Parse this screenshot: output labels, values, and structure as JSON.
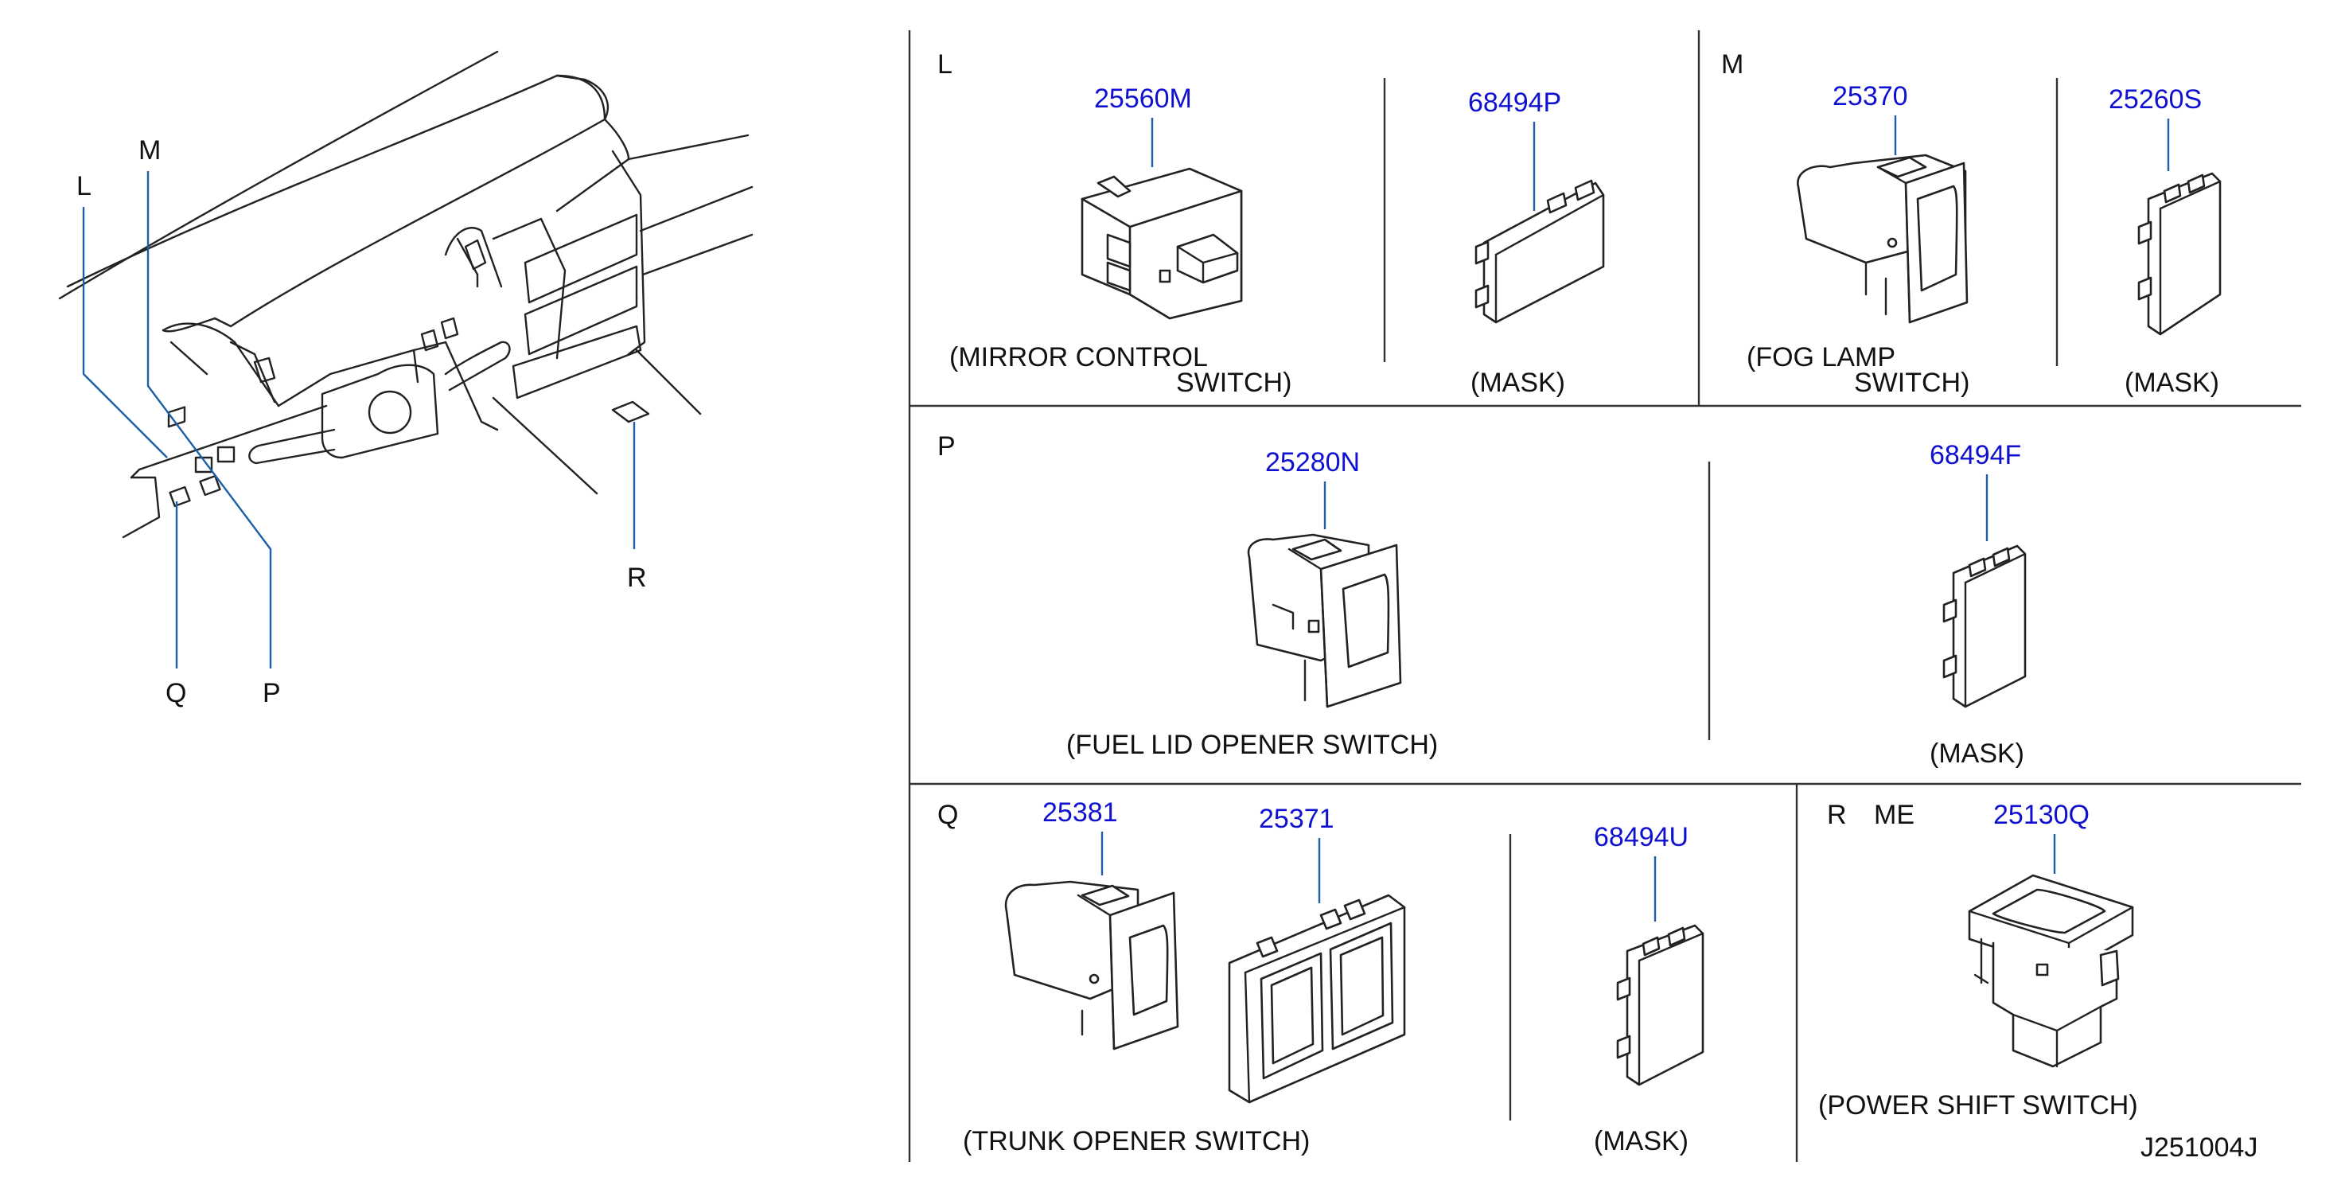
{
  "overview": {
    "callouts": [
      "L",
      "M",
      "P",
      "Q",
      "R"
    ]
  },
  "sections": {
    "L": {
      "label": "L",
      "switch_part": "25560M",
      "switch_caption_1": "(MIRROR   CONTROL",
      "switch_caption_2": "SWITCH)",
      "mask_part": "68494P",
      "mask_caption": "(MASK)"
    },
    "M": {
      "label": "M",
      "switch_part": "25370",
      "switch_caption_1": "(FOG   LAMP",
      "switch_caption_2": "SWITCH)",
      "mask_part": "25260S",
      "mask_caption": "(MASK)"
    },
    "P": {
      "label": "P",
      "switch_part": "25280N",
      "switch_caption": "(FUEL   LID   OPENER          SWITCH)",
      "mask_part": "68494F",
      "mask_caption": "(MASK)"
    },
    "Q": {
      "label": "Q",
      "switch_part_1": "25381",
      "switch_part_2": "25371",
      "switch_caption": "(TRUNK   OPENER          SWITCH)",
      "mask_part": "68494U",
      "mask_caption": "(MASK)"
    },
    "R": {
      "label": "R",
      "sub_label": "ME",
      "switch_part": "25130Q",
      "switch_caption": "(POWER   SHIFT          SWITCH)"
    }
  },
  "diagram_code": "J251004J"
}
